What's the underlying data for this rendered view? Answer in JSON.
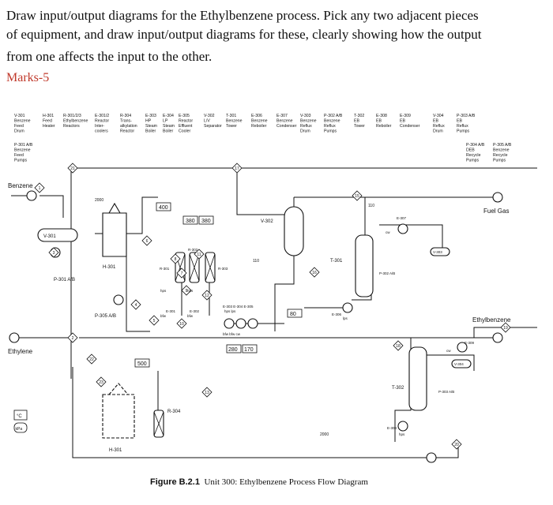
{
  "question": {
    "line1": "Draw input/output diagrams for the Ethylbenzene process. Pick any two adjacent pieces",
    "line2": "of equipment, and draw input/output diagrams for these, clearly showing how the output",
    "line3": "from one affects the input to the other.",
    "marks": "Marks-5"
  },
  "figure": {
    "caption_label": "Figure B.2.1",
    "caption_text": "Unit 300: Ethylbenzene Process Flow Diagram"
  },
  "header_columns": [
    [
      "V-301",
      "Benzene",
      "Feed",
      "Drum"
    ],
    [
      "H-301",
      "Feed",
      "Heater"
    ],
    [
      "R-301/2/3",
      "Ethylbenzene",
      "Reactors"
    ],
    [
      "E-301/2",
      "Reactor",
      "Inter-",
      "coolers"
    ],
    [
      "R-304",
      "Trans-",
      "alkylation",
      "Reactor"
    ],
    [
      "E-303",
      "HP",
      "Steam",
      "Boiler"
    ],
    [
      "E-304",
      "LP",
      "Steam",
      "Boiler"
    ],
    [
      "E-305",
      "Reactor",
      "Effluent",
      "Cooler"
    ],
    [
      "V-302",
      "L/V",
      "Separator"
    ],
    [
      "T-301",
      "Benzene",
      "Tower"
    ],
    [
      "E-306",
      "Benzene",
      "Reboiler"
    ],
    [
      "E-307",
      "Benzene",
      "Condenser"
    ],
    [
      "V-303",
      "Benzene",
      "Reflux",
      "Drum"
    ],
    [
      "P-302 A/B",
      "Benzene",
      "Reflux",
      "Pumps"
    ],
    [
      "T-302",
      "EB",
      "Tower"
    ],
    [
      "E-308",
      "EB",
      "Reboiler"
    ],
    [
      "E-309",
      "EB",
      "Condenser"
    ],
    [
      "V-304",
      "EB",
      "Reflux",
      "Drum"
    ],
    [
      "P-303 A/B",
      "EB",
      "Reflux",
      "Pumps"
    ]
  ],
  "header_row2": [
    [
      "P-301 A/B",
      "Benzene",
      "Feed",
      "Pumps"
    ],
    [
      "P-304 A/B",
      "DEB",
      "Recycle",
      "Pumps"
    ],
    [
      "P-305 A/B",
      "Benzene",
      "Recycle",
      "Pumps"
    ]
  ],
  "streams": {
    "benzene": "Benzene",
    "ethylene": "Ethylene",
    "fuel_gas": "Fuel Gas",
    "ethylbenzene": "Ethylbenzene"
  },
  "equipment_labels": {
    "v301": "V-301",
    "h301_top": "H-301",
    "h301_bottom": "H-301",
    "p301": "P-301 A/B",
    "p305": "P-305 A/B",
    "v302": "V-302",
    "t301": "T-301",
    "t302": "T-302",
    "r304": "R-304",
    "r301": "R-301",
    "r302": "R-302",
    "r303": "R-303",
    "e301": "E-301",
    "e302": "E-302",
    "e303_row": "E-303  E-304  E-305",
    "e306": "E-306",
    "e307": "E-307",
    "e308": "E-308",
    "e309": "E-309",
    "v303": "V-303",
    "v304": "V-304",
    "p302": "P-302 A/B",
    "p303": "P-303 A/B",
    "legend_temp": "°C",
    "legend_press": "kPa"
  },
  "utilities": {
    "hps1": "hps",
    "hps2": "hps",
    "bfw1": "bfw",
    "bfw2": "bfw",
    "hps_lps": "hps    lps",
    "bfw_bfw_cw": "bfw     bfw       cw",
    "lps": "lps",
    "cw1": "cw",
    "cw2": "cw",
    "hps3": "hps"
  },
  "values": {
    "t_h301_top": "2000",
    "t_400": "400",
    "t_380a": "380",
    "t_380b": "380",
    "t_500": "500",
    "t_280": "280",
    "t_170": "170",
    "t_80": "80",
    "p_110a": "110",
    "p_110b": "110",
    "t_2000b": "2000"
  },
  "stream_numbers": [
    "1",
    "2",
    "3",
    "4",
    "5",
    "6",
    "7",
    "8",
    "9",
    "10",
    "11",
    "12",
    "13",
    "15",
    "16",
    "17",
    "18",
    "19",
    "20",
    "21",
    "22",
    "23"
  ]
}
